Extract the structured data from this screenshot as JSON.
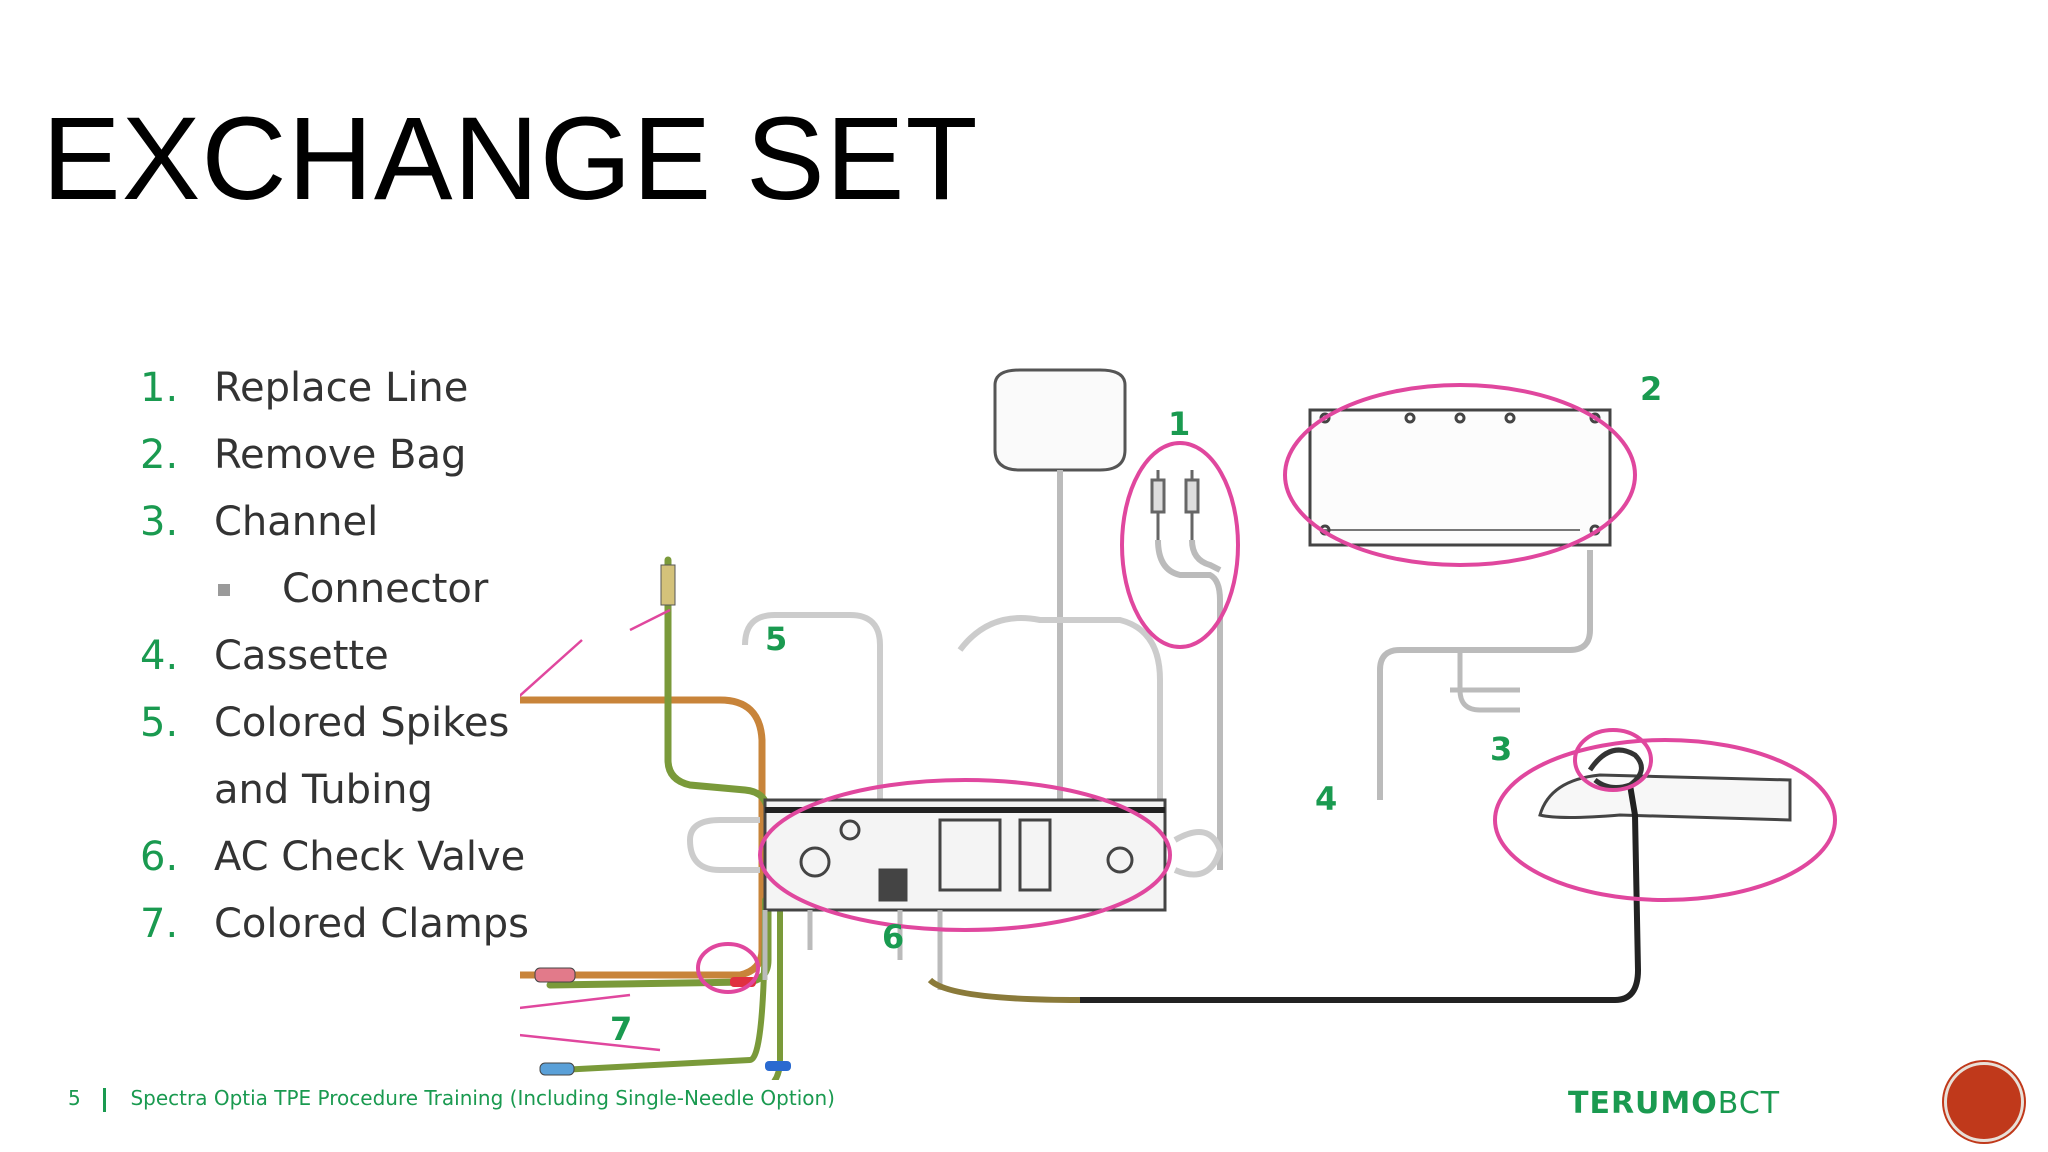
{
  "slide": {
    "title": "EXCHANGE SET"
  },
  "legend": {
    "items": [
      {
        "num": "1.",
        "label": "Replace Line"
      },
      {
        "num": "2.",
        "label": "Remove Bag"
      },
      {
        "num": "3.",
        "label": "Channel"
      },
      {
        "sub_label": "Connector"
      },
      {
        "num": "4.",
        "label": "Cassette"
      },
      {
        "num": "5.",
        "label": "Colored Spikes"
      },
      {
        "continuation": "and Tubing"
      },
      {
        "num": "6.",
        "label": "AC Check Valve"
      },
      {
        "num": "7.",
        "label": "Colored Clamps"
      }
    ]
  },
  "diagram": {
    "callouts": [
      "1",
      "2",
      "3",
      "4",
      "5",
      "6",
      "7"
    ]
  },
  "footer": {
    "page_number": "5",
    "course_text": "Spectra Optia TPE  Procedure Training (Including Single-Needle Option)",
    "brand_bold": "TERUMO",
    "brand_light": "BCT"
  },
  "colors": {
    "accent_green": "#1a9a50",
    "highlight_pink": "#e0479e",
    "tube_orange": "#c8843a",
    "tube_green": "#7a9a3a",
    "badge_red": "#c0391b"
  }
}
